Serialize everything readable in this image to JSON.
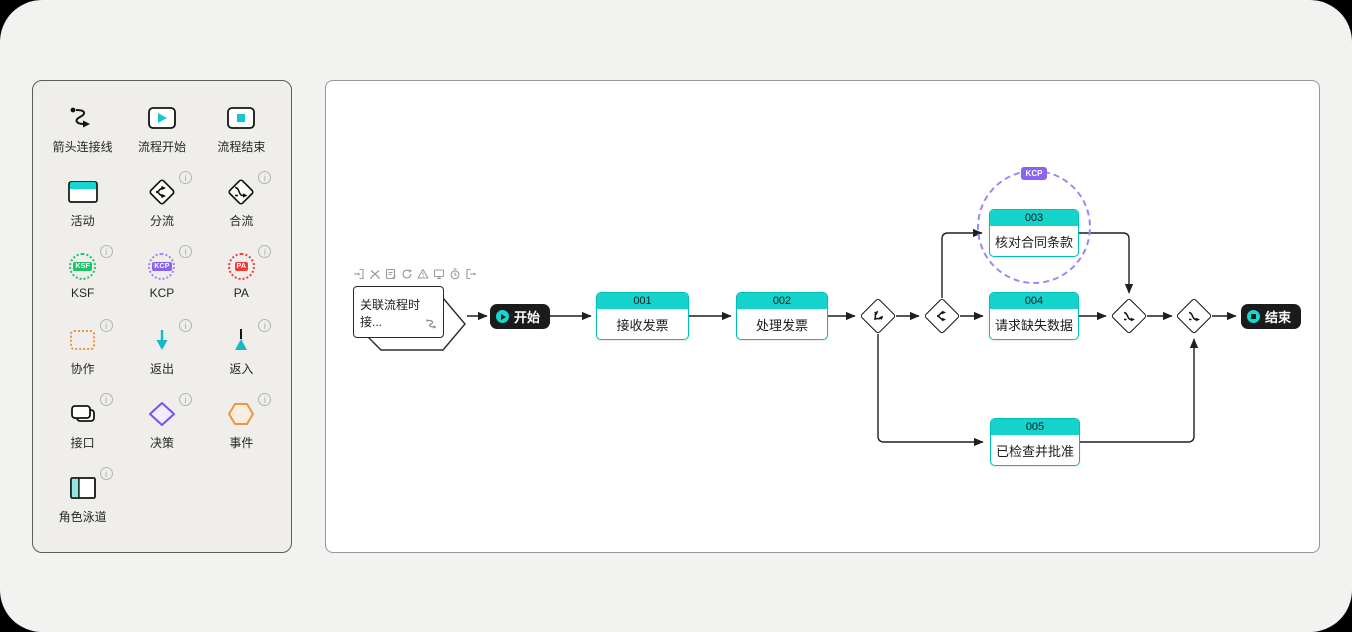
{
  "palette": {
    "info_glyph": "i",
    "items": [
      {
        "label": "箭头连接线"
      },
      {
        "label": "流程开始"
      },
      {
        "label": "流程结束"
      },
      {
        "label": "活动"
      },
      {
        "label": "分流"
      },
      {
        "label": "合流"
      },
      {
        "label": "KSF",
        "badge": "KSF"
      },
      {
        "label": "KCP",
        "badge": "KCP"
      },
      {
        "label": "PA",
        "badge": "PA"
      },
      {
        "label": "协作"
      },
      {
        "label": "返出"
      },
      {
        "label": "返入"
      },
      {
        "label": "接口"
      },
      {
        "label": "决策"
      },
      {
        "label": "事件"
      },
      {
        "label": "角色泳道"
      }
    ]
  },
  "canvas": {
    "note": {
      "text": "关联流程时接..."
    },
    "toolbar_icons": [
      "import",
      "swap",
      "note-edit",
      "refresh",
      "warning",
      "display",
      "timer",
      "export"
    ],
    "start_label": "开始",
    "end_label": "结束",
    "kcp_badge": "KCP",
    "tasks": [
      {
        "code": "001",
        "title": "接收发票"
      },
      {
        "code": "002",
        "title": "处理发票"
      },
      {
        "code": "003",
        "title": "核对合同条款"
      },
      {
        "code": "004",
        "title": "请求缺失数据"
      },
      {
        "code": "005",
        "title": "已检查并批准"
      }
    ]
  },
  "colors": {
    "accent_teal": "#15d2ca",
    "teal_border": "#00bfb6",
    "node_dark": "#1b1b1b",
    "purple": "#8a63f2",
    "green": "#1cc468",
    "red": "#f23c3c",
    "orange": "#f0953f",
    "edge": "#1f1f1f"
  }
}
